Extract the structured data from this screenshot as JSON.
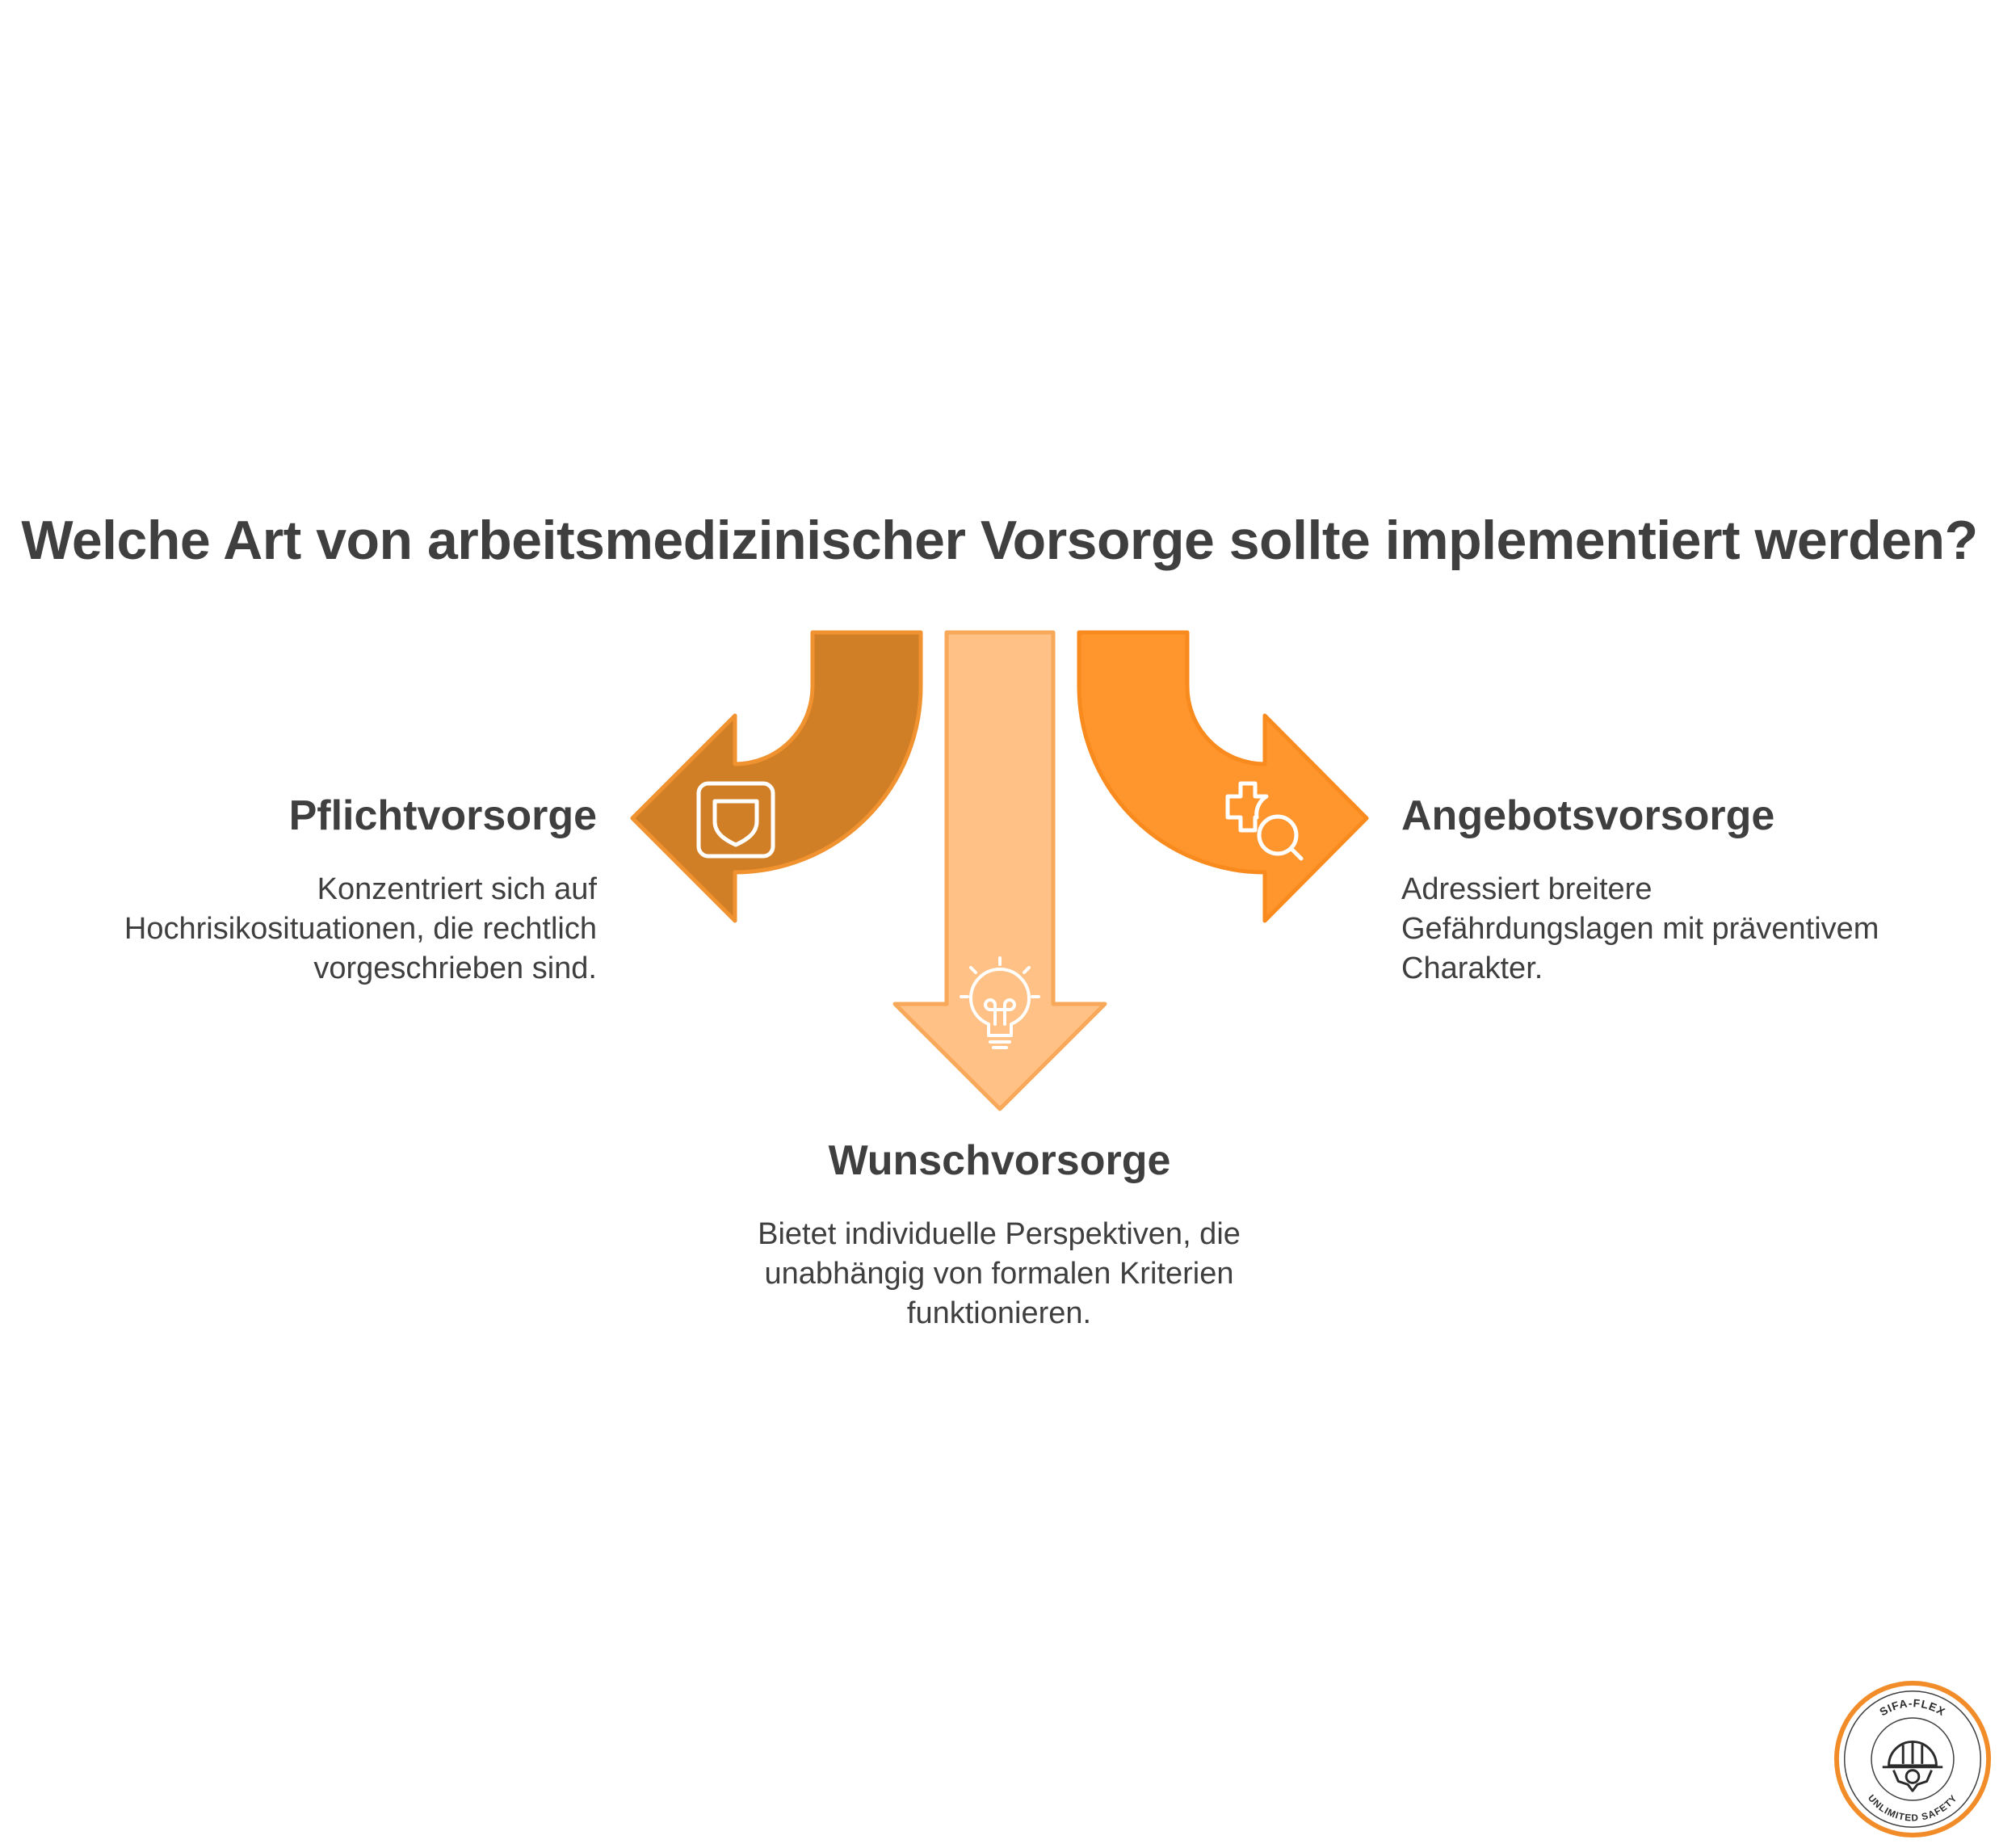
{
  "title": "Welche Art von arbeitsmedizinischer Vorsorge sollte implementiert werden?",
  "options": [
    {
      "heading": "Pflichtvorsorge",
      "description_lines": [
        "Konzentriert sich auf",
        "Hochrisikosituationen, die rechtlich",
        "vorgeschrieben sind."
      ],
      "icon": "shield-icon",
      "color": "#d17f27"
    },
    {
      "heading": "Wunschvorsorge",
      "description_lines": [
        "Bietet individuelle Perspektiven, die",
        "unabhängig von formalen Kriterien",
        "funktionieren."
      ],
      "icon": "lightbulb-icon",
      "color": "#ffc185"
    },
    {
      "heading": "Angebotsvorsorge",
      "description_lines": [
        "Adressiert breitere",
        "Gefährdungslagen mit präventivem",
        "Charakter."
      ],
      "icon": "medical-search-icon",
      "color": "#ff952d"
    }
  ],
  "logo": {
    "top_text": "SIFA-FLEX",
    "bottom_text": "UNLIMITED SAFETY"
  }
}
